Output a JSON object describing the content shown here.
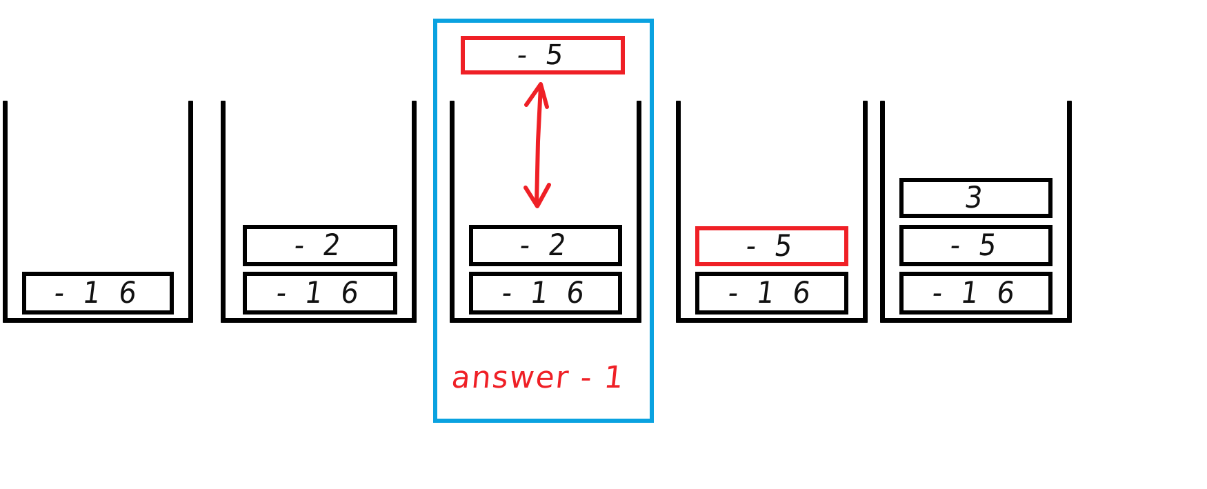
{
  "diagram": {
    "title": "stack-sequence-diagram",
    "colors": {
      "ink": "#000000",
      "highlight": "#0aa2e0",
      "accent": "#ef2026",
      "background": "#ffffff"
    },
    "annotation": {
      "answer_label": "answer - 1",
      "arrow": "double-headed-vertical-arrow"
    },
    "floating_cell": {
      "value": "- 5",
      "color": "#ef2026"
    },
    "stacks": [
      {
        "name": "stack-1",
        "cells": [
          {
            "value": "- 1 6",
            "highlighted": false
          }
        ]
      },
      {
        "name": "stack-2",
        "cells": [
          {
            "value": "- 2",
            "highlighted": false
          },
          {
            "value": "- 1 6",
            "highlighted": false
          }
        ]
      },
      {
        "name": "stack-3",
        "selected": true,
        "cells": [
          {
            "value": "- 2",
            "highlighted": false
          },
          {
            "value": "- 1 6",
            "highlighted": false
          }
        ]
      },
      {
        "name": "stack-4",
        "cells": [
          {
            "value": "- 5",
            "highlighted": true
          },
          {
            "value": "- 1 6",
            "highlighted": false
          }
        ]
      },
      {
        "name": "stack-5",
        "cells": [
          {
            "value": "3",
            "highlighted": false
          },
          {
            "value": "- 5",
            "highlighted": false
          },
          {
            "value": "- 1 6",
            "highlighted": false
          }
        ]
      }
    ]
  }
}
